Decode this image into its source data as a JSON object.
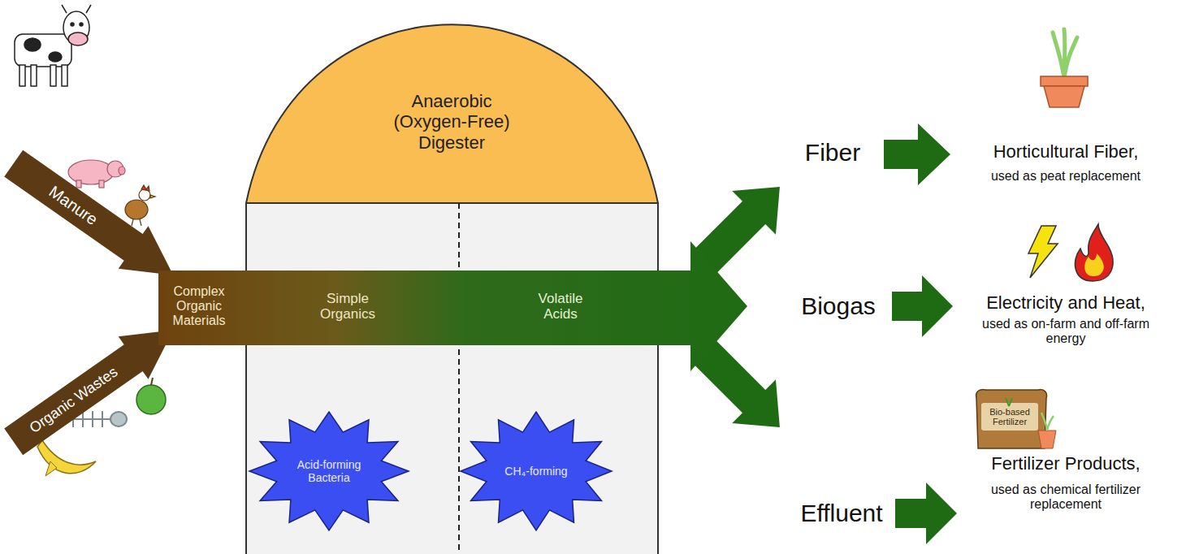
{
  "diagram": {
    "nodes": [
      {
        "text": [
          "Manure"
        ]
      },
      {
        "text": [
          "Organic Wastes"
        ]
      },
      {
        "text": [
          "Anaerobic (Oxygen-Free) Digester"
        ]
      },
      {
        "text": [
          "Acid-forming Bacteria"
        ],
        "in": 2
      },
      {
        "text": [
          "CH₄-forming"
        ],
        "in": 2
      },
      {
        "text": [
          "Complex Organic Materials",
          "Simple Organics",
          "Volatile Acids"
        ]
      }
    ],
    "labels": [
      "Fiber",
      "Horticultural Fiber,",
      "used as peat replacement",
      "Biogas",
      "Electricity and Heat,",
      "used as on-farm and off-farm energy",
      "Effluent",
      "Bio-based Fertilizer",
      "Fertilizer Products,",
      "used as chemical fertilizer replacement"
    ]
  }
}
